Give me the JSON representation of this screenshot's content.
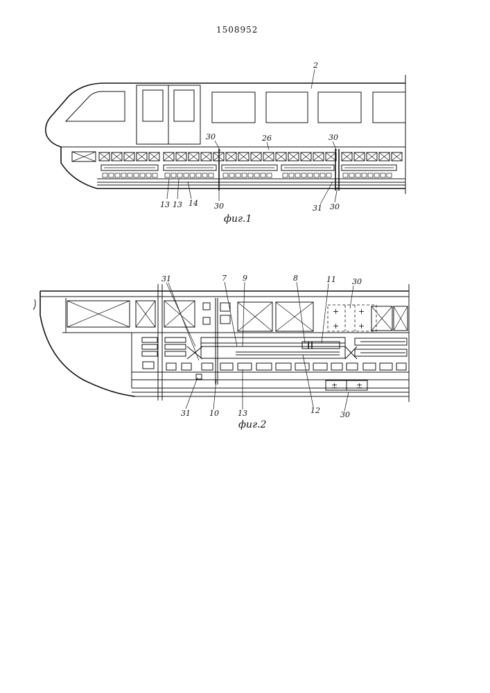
{
  "document": {
    "patent_number": "1508952"
  },
  "figure1": {
    "caption": "фиг.1",
    "labels": {
      "car_body": "2",
      "top_30_left": "30",
      "top_26": "26",
      "top_30_right": "30",
      "bottom_13_a": "13",
      "bottom_13_b": "13",
      "bottom_14": "14",
      "bottom_30_left": "30",
      "bottom_31": "31",
      "bottom_30_right": "30"
    }
  },
  "figure2": {
    "caption": "фиг.2",
    "labels": {
      "top_31": "31",
      "top_7": "7",
      "top_9": "9",
      "top_8": "8",
      "top_11": "11",
      "top_30": "30",
      "bottom_31": "31",
      "bottom_10": "10",
      "bottom_13": "13",
      "bottom_12": "12",
      "bottom_30": "30"
    }
  }
}
